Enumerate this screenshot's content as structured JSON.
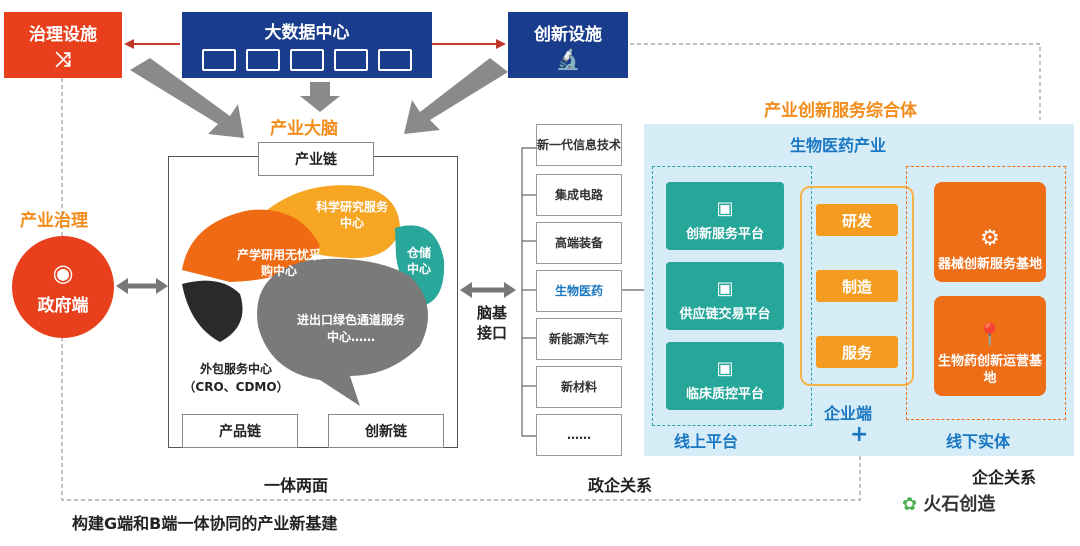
{
  "top": {
    "governance_facility": "治理设施",
    "big_data_center": "大数据中心",
    "innovation_facility": "创新设施"
  },
  "brain": {
    "title": "产业大脑",
    "industry_chain": "产业链",
    "product_chain": "产品链",
    "innovation_chain": "创新链",
    "petals": {
      "research": "科学研究服务中心",
      "procurement": "产学研用无忧采购中心",
      "warehouse": "仓储中心",
      "green_channel": "进出口绿色通道服务中心……",
      "outsourcing_title": "外包服务中心",
      "outsourcing_sub": "（CRO、CDMO）"
    }
  },
  "left": {
    "governance_label": "产业治理",
    "government": "政府端"
  },
  "interface": "脑基接口",
  "industries": [
    "新一代信息技术",
    "集成电路",
    "高端装备",
    "生物医药",
    "新能源汽车",
    "新材料",
    "……"
  ],
  "right": {
    "complex_title": "产业创新服务综合体",
    "bio_industry": "生物医药产业",
    "platforms": [
      "创新服务平台",
      "供应链交易平台",
      "临床质控平台"
    ],
    "rd_steps": [
      "研发",
      "制造",
      "服务"
    ],
    "entities": [
      "器械创新服务基地",
      "生物药创新运营基地"
    ],
    "online": "线上平台",
    "enterprise_end": "企业端",
    "plus": "+",
    "offline": "线下实体"
  },
  "bottom": {
    "one_body_two_sides": "一体两面",
    "gov_enterprise": "政企关系",
    "enterprise_enterprise": "企企关系",
    "caption": "构建G端和B端一体协同的产业新基建",
    "watermark_brand": "火石创造"
  },
  "colors": {
    "red": "#e8401c",
    "navy": "#1a3c8c",
    "orange": "#f28c1b",
    "teal": "#27a69a",
    "lightblue": "#d6ecf7"
  }
}
